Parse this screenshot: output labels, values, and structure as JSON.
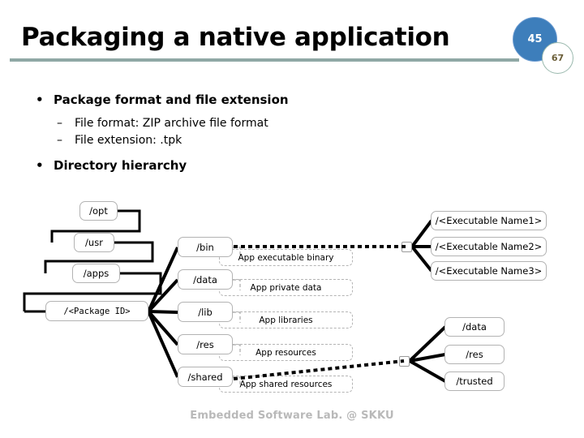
{
  "slide": {
    "title": "Packaging a native application",
    "badge_primary": "45",
    "badge_secondary": "67",
    "footer": "Embedded Software Lab. @ SKKU",
    "accent_rule_color": "#8fa8a5",
    "badge_primary_color": "#3d7ebb",
    "footer_color": "#b9b9b9"
  },
  "bullets": [
    {
      "level": 1,
      "marker": "•",
      "text": "Package format and file extension"
    },
    {
      "level": 2,
      "marker": "–",
      "text": "File format: ZIP archive file format"
    },
    {
      "level": 2,
      "marker": "–",
      "text": "File extension: .tpk"
    },
    {
      "level": 1,
      "marker": "•",
      "text": "Directory hierarchy"
    }
  ],
  "diagram": {
    "path_chain": [
      {
        "label": "/opt"
      },
      {
        "label": "/usr"
      },
      {
        "label": "/apps"
      },
      {
        "label": "/<Package ID>"
      }
    ],
    "package_dirs": [
      {
        "label": "/bin",
        "description": "App executable binary"
      },
      {
        "label": "/data",
        "description": "App private data"
      },
      {
        "label": "/lib",
        "description": "App libraries"
      },
      {
        "label": "/res",
        "description": "App resources"
      },
      {
        "label": "/shared",
        "description": "App shared resources"
      }
    ],
    "bin_children": [
      {
        "label": "/<Executable Name1>"
      },
      {
        "label": "/<Executable Name2>"
      },
      {
        "label": "/<Executable Name3>"
      }
    ],
    "shared_children": [
      {
        "label": "/data"
      },
      {
        "label": "/res"
      },
      {
        "label": "/trusted"
      }
    ]
  }
}
